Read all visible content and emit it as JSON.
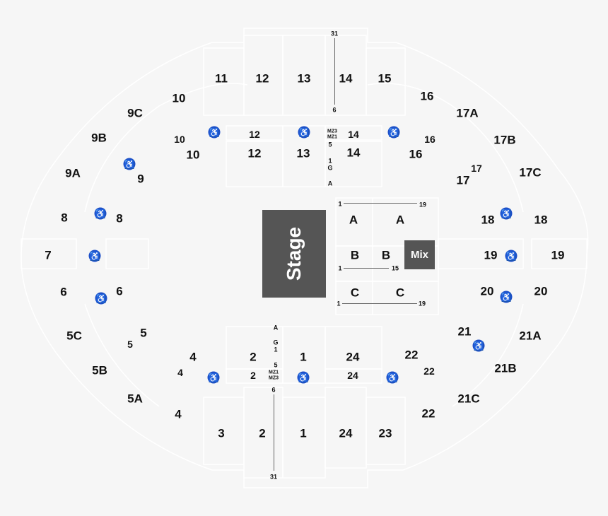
{
  "stage": {
    "label": "Stage"
  },
  "mix": {
    "label": "Mix"
  },
  "colors": {
    "background": "#f6f6f6",
    "section_outline": "#ffffff",
    "stage": "#555555",
    "accessible": "#1d4fc8",
    "text": "#111111"
  },
  "floor": {
    "sections": [
      "A",
      "A",
      "B",
      "B",
      "C",
      "C"
    ],
    "row_ranges": [
      {
        "from": "1",
        "to": "19"
      },
      {
        "from": "1",
        "to": "15"
      },
      {
        "from": "1",
        "to": "19"
      }
    ]
  },
  "aisles": {
    "top": {
      "upper_from": "31",
      "upper_to": "6",
      "mz_top": "MZ3",
      "mz_bottom": "MZ1",
      "rows": [
        "5",
        "1",
        "G",
        "A"
      ]
    },
    "bottom": {
      "upper_from": "6",
      "upper_to": "31",
      "mz_top": "MZ1",
      "mz_bottom": "MZ3",
      "rows": [
        "A",
        "G",
        "1",
        "5"
      ]
    }
  },
  "sections": {
    "s11": "11",
    "s12u": "12",
    "s13u": "13",
    "s14u": "14",
    "s15": "15",
    "s16u": "16",
    "s17A": "17A",
    "s17B": "17B",
    "s17C": "17C",
    "s10u": "10",
    "s9C": "9C",
    "s9B": "9B",
    "s9A": "9A",
    "s10m": "10",
    "s10l": "10",
    "s12m": "12",
    "s12l": "12",
    "s13l": "13",
    "s14m": "14",
    "s14l": "14",
    "s16m": "16",
    "s16l": "16",
    "s9": "9",
    "s8l": "8",
    "s8u": "8",
    "s7": "7",
    "s6l": "6",
    "s6u": "6",
    "s5C": "5C",
    "s5m": "5",
    "s5l": "5",
    "s5B": "5B",
    "s5A": "5A",
    "s4l": "4",
    "s4m": "4",
    "s4u": "4",
    "s2l": "2",
    "s2m": "2",
    "s2u": "2",
    "s1l": "1",
    "s1u": "1",
    "s24l": "24",
    "s24m": "24",
    "s24u": "24",
    "s23": "23",
    "s3": "3",
    "s22l": "22",
    "s22m": "22",
    "s22u": "22",
    "s21": "21",
    "s21A": "21A",
    "s21B": "21B",
    "s21C": "21C",
    "s17l": "17",
    "s17m": "17",
    "s18l": "18",
    "s18u": "18",
    "s19l": "19",
    "s19u": "19",
    "s20l": "20",
    "s20u": "20"
  },
  "accessible_icon": "wheelchair-icon"
}
